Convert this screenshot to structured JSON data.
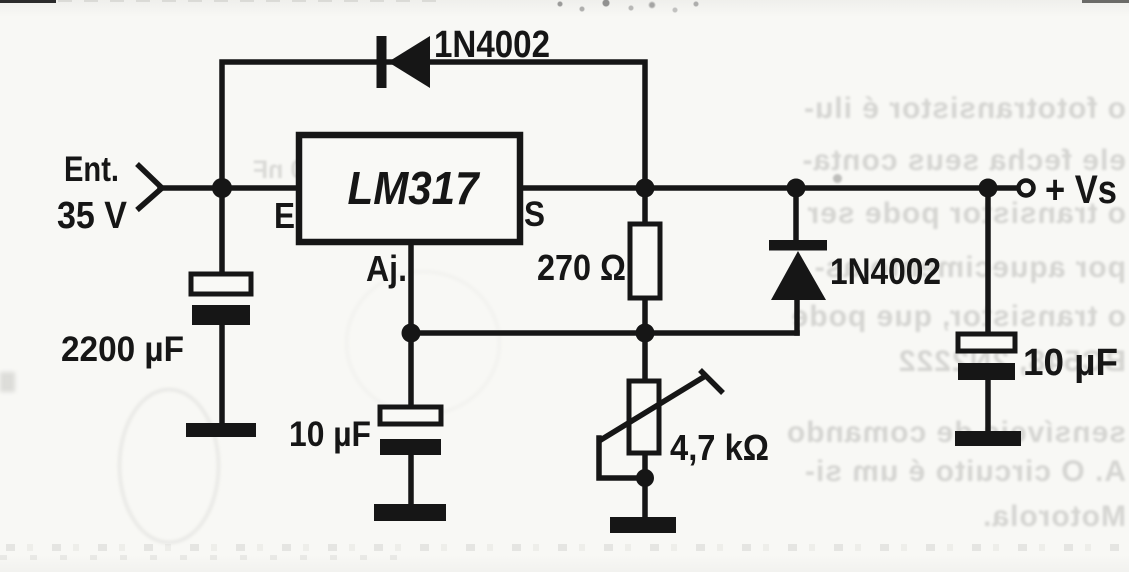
{
  "figure": {
    "kind": "scanned schematic",
    "circuit": "LM317 adjustable voltage regulator"
  },
  "labels": {
    "input_name": "Ent.",
    "input_voltage": "35 V",
    "regulator": "LM317",
    "pin_input": "E",
    "pin_output": "S",
    "pin_adjust": "Aj.",
    "top_diode": "1N4002",
    "output_diode": "1N4002",
    "input_capacitor": "2200 µF",
    "adjust_capacitor": "10 µF",
    "output_capacitor": "10 µF",
    "series_resistor": "270 Ω",
    "potentiometer": "4,7 kΩ",
    "output_terminal": "+ Vs"
  },
  "colors": {
    "ink": "#161616",
    "paper": "#f8f8f5",
    "bleed_text": "#b9b9b6"
  },
  "bleed_through": {
    "lines": [
      "o fototransistor é ilu-",
      "ele fecha seus conta-",
      "o transistor pode ser",
      "por aquecimento as-",
      "o transistor, que pode",
      "BC548, 2N2222",
      "sensíveis de comando",
      "A. O circuito é um si-",
      "Motorola."
    ],
    "left_ghost": "100 nF"
  }
}
